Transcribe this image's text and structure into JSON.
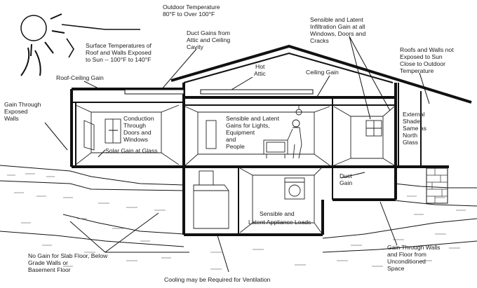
{
  "labels": {
    "outdoor_temp": [
      "Outdoor Temperature",
      "80°F to Over 100°F"
    ],
    "surface_temps": [
      "Surface Temperatures of",
      "Roof and Walls Exposed",
      "to Sun -- 100°F to 140°F"
    ],
    "duct_gains_attic": [
      "Duct Gains from",
      "Attic and Ceiling",
      "Cavity"
    ],
    "infiltration": [
      "Sensible and Latent",
      "Infiltration Gain at all",
      "Windows, Doors and",
      "Cracks"
    ],
    "roofs_not_exposed": [
      "Roofs and Walls not",
      "Exposed to Sun",
      "Close to Outdoor",
      "Temperature"
    ],
    "roof_ceiling_gain": [
      "Roof-Ceiling Gain"
    ],
    "hot_attic": [
      "Hot",
      "Attic"
    ],
    "ceiling_gain": [
      "Ceiling Gain"
    ],
    "gain_exposed_walls": [
      "Gain Through",
      "Exposed",
      "Walls"
    ],
    "conduction": [
      "Conduction",
      "Through",
      "Doors and",
      "Windows"
    ],
    "lights_people": [
      "Sensible and Latent",
      "Gains for Lights,",
      "Equipment",
      "and",
      "People"
    ],
    "external_shade": [
      "External",
      "Shade",
      "Same as",
      "North",
      "Glass"
    ],
    "solar_gain": [
      "Solar Gain at Glass"
    ],
    "duct_gain": [
      "Duct",
      "Gain"
    ],
    "appliance_loads": [
      "Sensible and",
      "Latent Appliance Loads"
    ],
    "no_gain_slab": [
      "No Gain for Slab Floor,  Below",
      "Grade Walls or",
      "Basement Floor"
    ],
    "gain_unconditioned": [
      "Gain Through Walls",
      "and Floor from",
      "Unconditioned",
      "Space"
    ],
    "ventilation": [
      "Cooling may be Required for Ventilation"
    ]
  }
}
